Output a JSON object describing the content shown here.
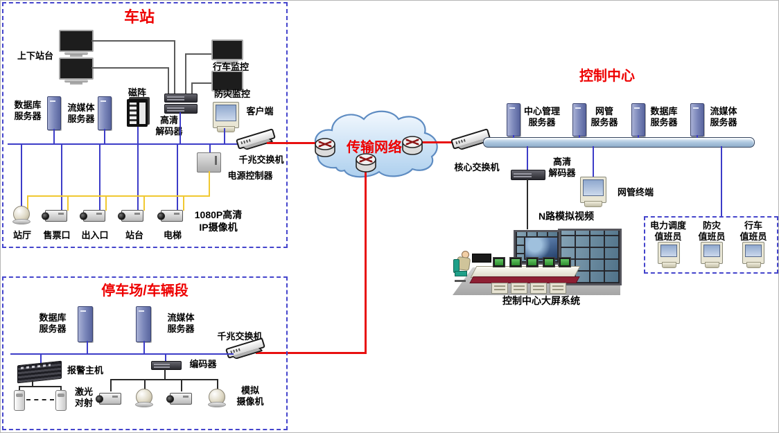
{
  "station": {
    "title": "车站",
    "platform_monitors_label": "上下站台",
    "train_monitor_label": "行车监控",
    "disaster_monitor_label": "防灾监控",
    "db_server_label": "数据库\n服务器",
    "media_server_label": "流媒体\n服务器",
    "disk_array_label": "磁阵",
    "decoder_label": "高清\n解码器",
    "client_label": "客户端",
    "switch_label": "千兆交换机",
    "power_controller_label": "电源控制器",
    "camera_type_label": "1080P高清\nIP摄像机",
    "cameras": [
      "站厅",
      "售票口",
      "出入口",
      "站台",
      "电梯"
    ]
  },
  "network": {
    "title": "传输网络"
  },
  "control_center": {
    "title": "控制中心",
    "core_switch_label": "核心交换机",
    "servers": [
      "中心管理\n服务器",
      "网管\n服务器",
      "数据库\n服务器",
      "流媒体\n服务器"
    ],
    "decoder_label": "高清\n解码器",
    "nms_terminal_label": "网管终端",
    "analog_video_label": "N路模拟视频",
    "big_screen_label": "控制中心大屏系统",
    "operators": [
      "电力调度\n值班员",
      "防灾\n值班员",
      "行车\n值班员"
    ]
  },
  "depot": {
    "title": "停车场/车辆段",
    "db_server_label": "数据库\n服务器",
    "media_server_label": "流媒体\n服务器",
    "switch_label": "千兆交换机",
    "alarm_host_label": "报警主机",
    "laser_label": "激光\n对射",
    "encoder_label": "编码器",
    "camera_type_label": "模拟\n摄像机"
  },
  "colors": {
    "zone_title": "#ee0000",
    "red_link": "#e81010",
    "bus_blue": "#3c3cc8",
    "power_yellow": "#f0c830",
    "border_dash": "#4444cc"
  }
}
